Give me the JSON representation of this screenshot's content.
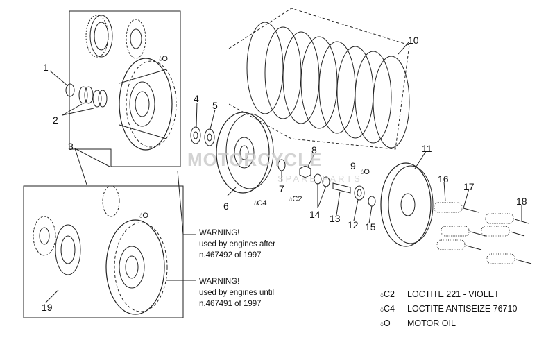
{
  "callouts": {
    "n1": "1",
    "n2": "2",
    "n3": "3",
    "n4": "4",
    "n5": "5",
    "n6": "6",
    "n7": "7",
    "n8": "8",
    "n9": "9",
    "n10": "10",
    "n11": "11",
    "n12": "12",
    "n13": "13",
    "n14": "14",
    "n15": "15",
    "n16": "16",
    "n17": "17",
    "n18": "18",
    "n19": "19"
  },
  "drops": {
    "o1": "O",
    "o2": "O",
    "o3": "O",
    "c2": "C2",
    "c4": "C4"
  },
  "warning_after": {
    "line1": "WARNING!",
    "line2": "used by engines after",
    "line3": "n.467492 of 1997"
  },
  "warning_until": {
    "line1": "WARNING!",
    "line2": "used by engines until",
    "line3": "n.467491 of 1997"
  },
  "legend": [
    {
      "code": "C2",
      "text": "LOCTITE 221 - VIOLET"
    },
    {
      "code": "C4",
      "text": "LOCTITE ANTISEIZE 76710"
    },
    {
      "code": "O",
      "text": "MOTOR OIL"
    }
  ],
  "watermark": {
    "brand": "MOTORCYCLE",
    "sub": "SPARE PARTS"
  },
  "colors": {
    "watermark_accent": "#e8a070"
  }
}
